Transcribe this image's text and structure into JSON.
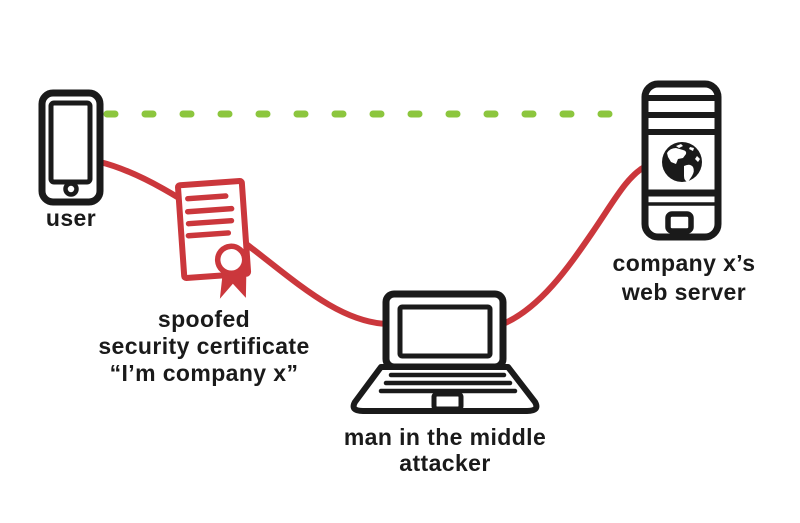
{
  "diagram": {
    "name": "man-in-the-middle attack",
    "palette": {
      "ink": "#1a1a1a",
      "attack_red": "#cb373c",
      "secure_green": "#8cc63e",
      "background": "#ffffff"
    },
    "nodes": {
      "user": {
        "label": "user",
        "icon": "smartphone-icon"
      },
      "spoofed_certificate": {
        "line1": "spoofed",
        "line2": "security certificate",
        "line3": "“I’m company x”",
        "icon": "certificate-icon"
      },
      "attacker": {
        "line1": "man in the middle",
        "line2": "attacker",
        "icon": "laptop-icon"
      },
      "web_server": {
        "line1": "company x’s",
        "line2": "web server",
        "icon": "web-server-icon"
      }
    },
    "connections": [
      {
        "name": "expected-secure-connection",
        "from": "user",
        "to": "web_server",
        "style": "dashed",
        "color": "#8cc63e"
      },
      {
        "name": "intercepted-connection",
        "from": "user",
        "to": "web_server",
        "via": [
          "spoofed_certificate",
          "attacker"
        ],
        "style": "solid",
        "color": "#cb373c"
      }
    ]
  }
}
